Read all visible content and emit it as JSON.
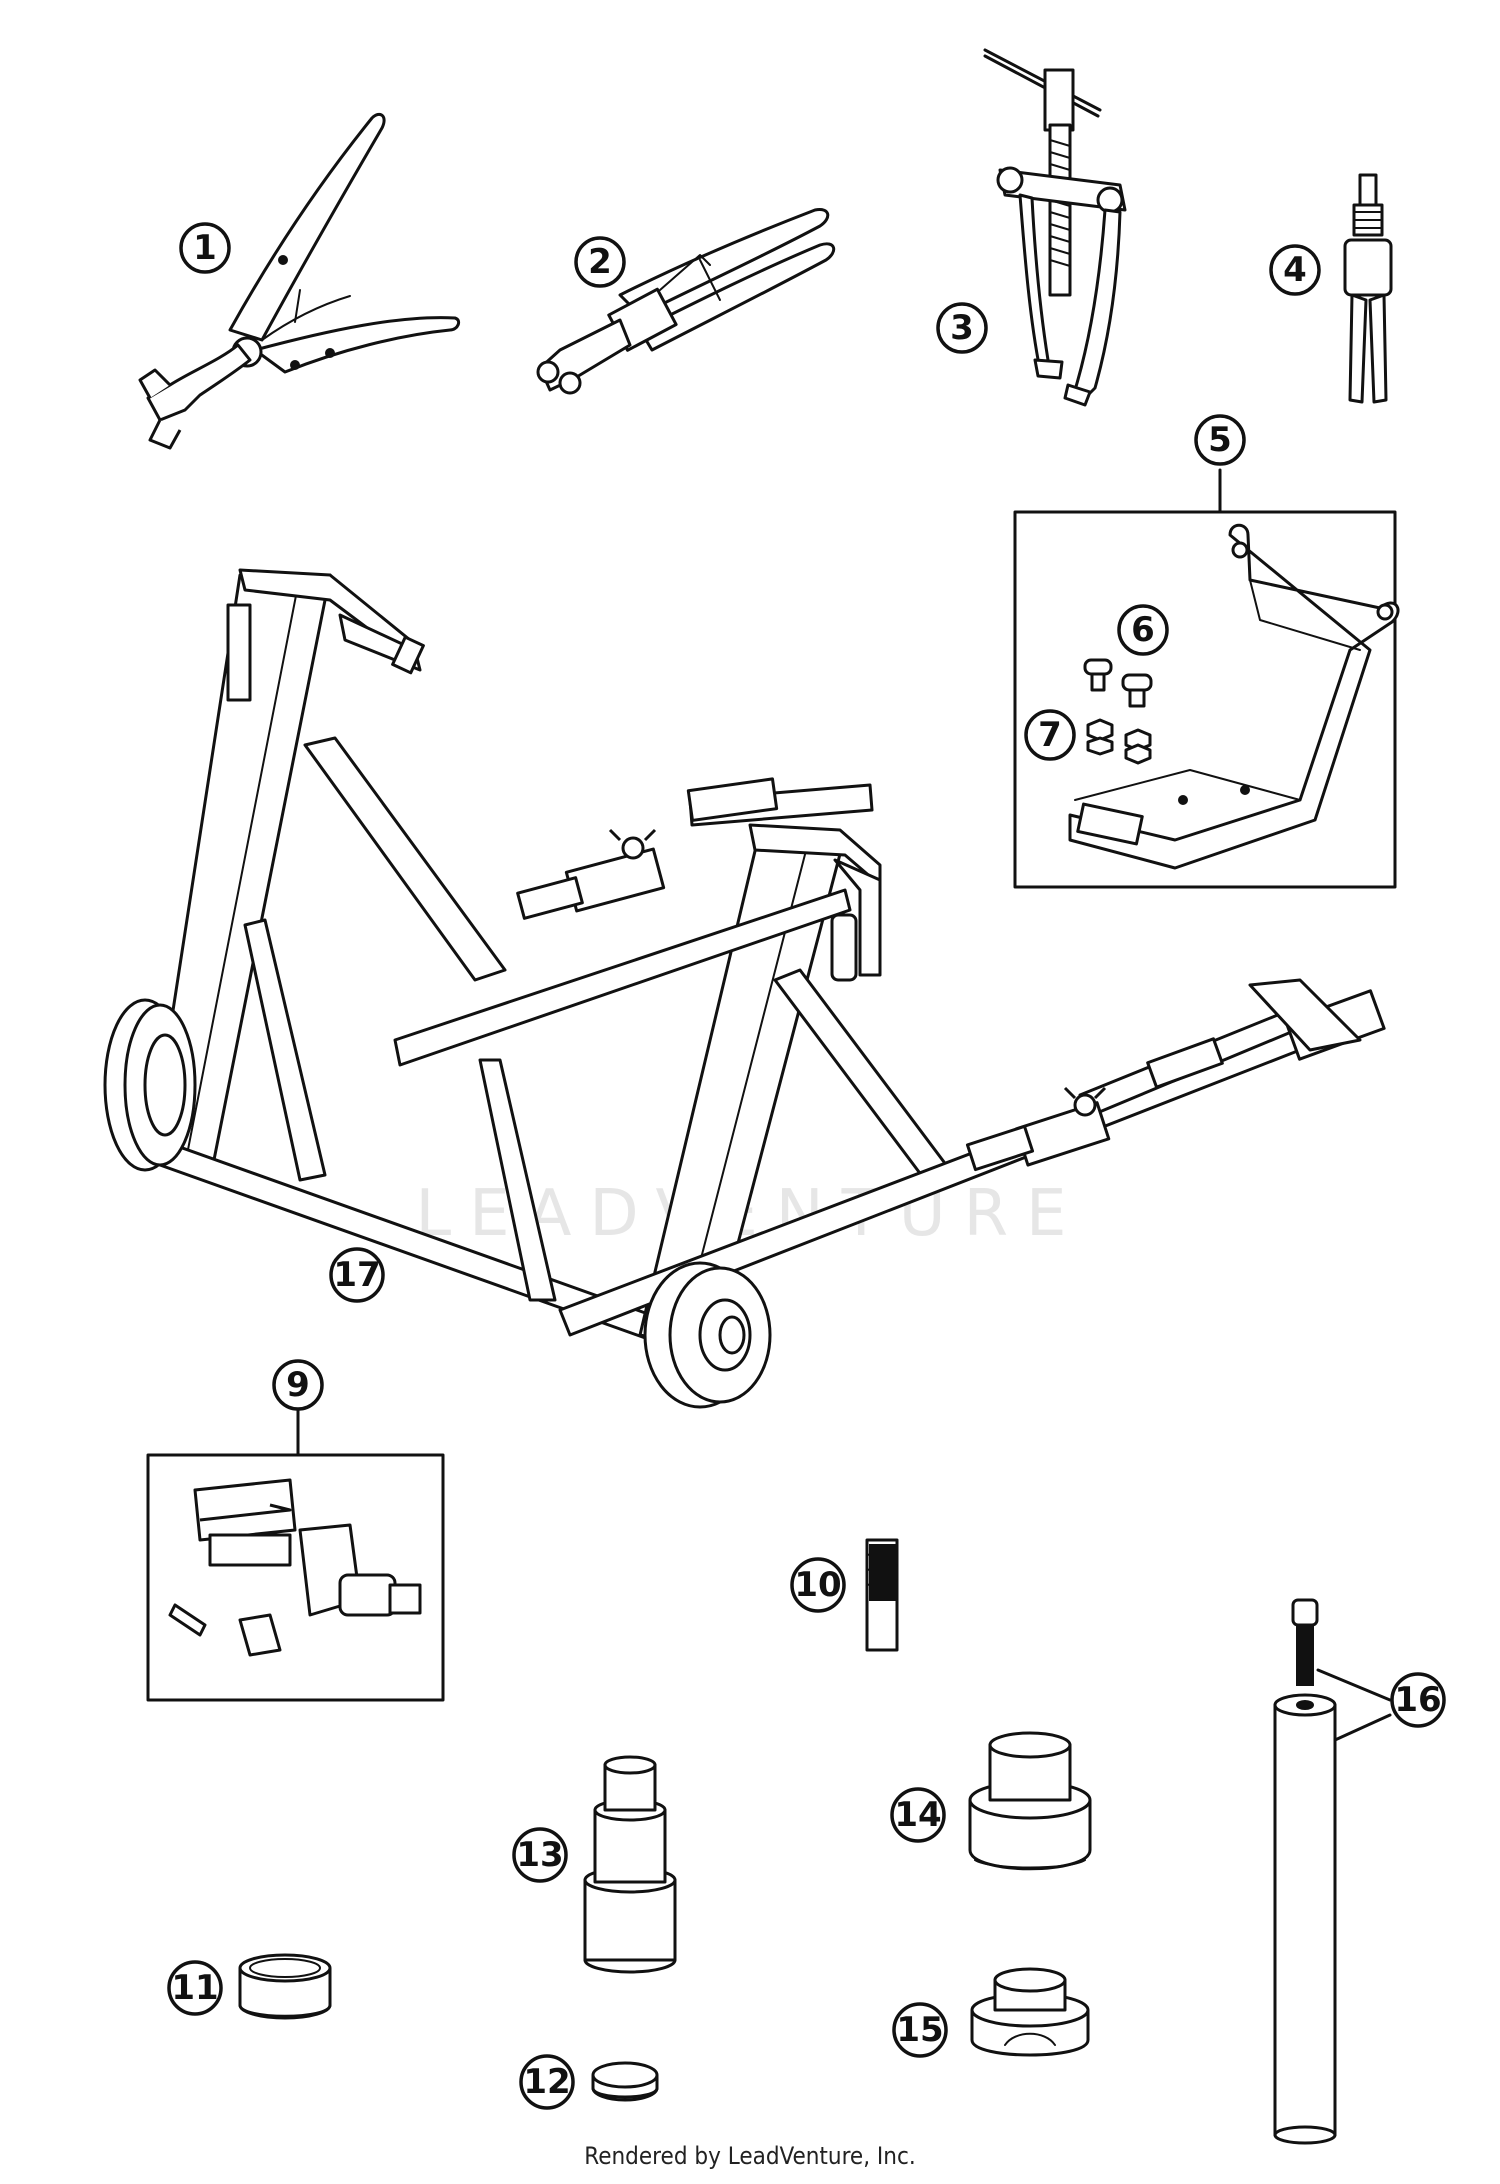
{
  "credit": "Rendered by LeadVenture, Inc.",
  "watermark": "LEADVENTURE",
  "callouts": [
    {
      "id": "c1",
      "label": "1"
    },
    {
      "id": "c2",
      "label": "2"
    },
    {
      "id": "c3",
      "label": "3"
    },
    {
      "id": "c4",
      "label": "4"
    },
    {
      "id": "c5",
      "label": "5"
    },
    {
      "id": "c6",
      "label": "6"
    },
    {
      "id": "c7",
      "label": "7"
    },
    {
      "id": "c9",
      "label": "9"
    },
    {
      "id": "c10",
      "label": "10"
    },
    {
      "id": "c11",
      "label": "11"
    },
    {
      "id": "c12",
      "label": "12"
    },
    {
      "id": "c13",
      "label": "13"
    },
    {
      "id": "c14",
      "label": "14"
    },
    {
      "id": "c15",
      "label": "15"
    },
    {
      "id": "c16",
      "label": "16"
    },
    {
      "id": "c17",
      "label": "17"
    }
  ],
  "icons": {
    "part_1": "circlip-pliers-icon",
    "part_2": "hose-clamp-pliers-icon",
    "part_3": "gear-puller-icon",
    "part_4": "bearing-puller-icon",
    "part_5": "bracket-kit-icon",
    "part_9": "adapter-kit-icon",
    "part_10": "thread-tap-icon",
    "part_11": "sleeve-icon",
    "part_12": "cap-icon",
    "part_13": "press-drift-icon",
    "part_14": "bearing-driver-icon",
    "part_15": "seal-driver-icon",
    "part_16": "drift-bar-with-bolt-icon",
    "part_17": "work-stand-icon"
  }
}
